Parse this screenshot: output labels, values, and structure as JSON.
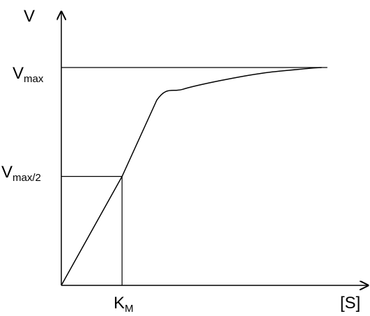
{
  "chart_data": {
    "type": "line",
    "xlabel": "[S]",
    "ylabel": "V",
    "y_tick_labels": [
      {
        "base": "V",
        "sub": "max"
      },
      {
        "base": "V",
        "sub": "max/2"
      }
    ],
    "x_tick_labels": [
      {
        "base": "K",
        "sub": "M"
      }
    ],
    "xlim": [
      0,
      10
    ],
    "ylim": [
      0,
      1.15
    ],
    "vmax": 1.0,
    "half_vmax": 0.5,
    "km": 2.1,
    "curve": {
      "x": [
        0,
        2.1,
        3.3,
        4.2,
        5.5,
        7.0,
        8.5,
        9.0
      ],
      "y": [
        0,
        0.5,
        0.85,
        0.9,
        0.94,
        0.975,
        0.995,
        1.0
      ]
    },
    "grid": false,
    "legend": "none",
    "colors": {
      "line": "#000000",
      "background": "#ffffff"
    }
  }
}
